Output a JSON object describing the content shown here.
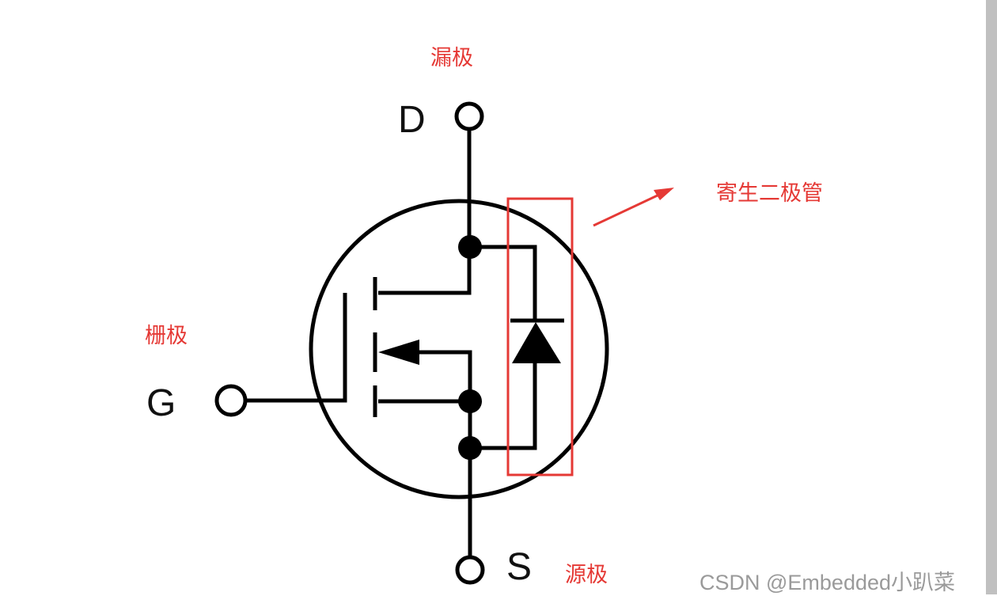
{
  "diagram": {
    "terminals": {
      "drain": "D",
      "gate": "G",
      "source": "S"
    },
    "annotations": {
      "drain": "漏极",
      "gate": "栅极",
      "source": "源极",
      "body_diode": "寄生二极管"
    },
    "watermark": "CSDN @Embedded小趴菜",
    "colors": {
      "annotation": "#e53935",
      "symbol": "#000000",
      "watermark": "#9a9a9a"
    }
  }
}
